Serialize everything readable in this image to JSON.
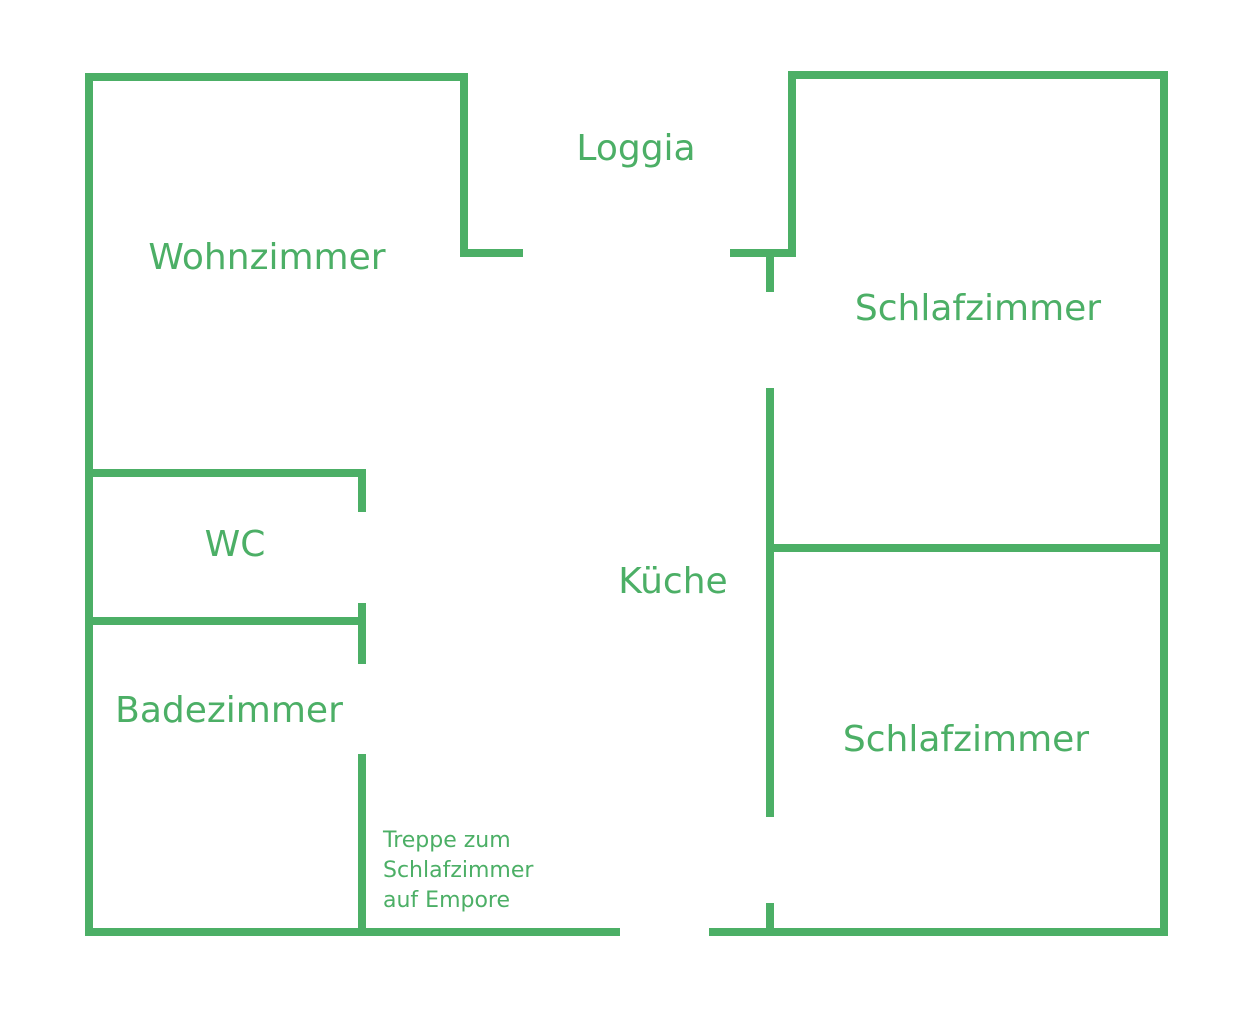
{
  "colors": {
    "wall": "#4caf66",
    "text": "#4caf66",
    "background": "#ffffff"
  },
  "rooms": {
    "loggia": "Loggia",
    "wohnzimmer": "Wohnzimmer",
    "schlafzimmer_top": "Schlafzimmer",
    "wc": "WC",
    "kueche": "Küche",
    "badezimmer": "Badezimmer",
    "schlafzimmer_bottom": "Schlafzimmer"
  },
  "notes": {
    "stairs": [
      "Treppe zum",
      "Schlafzimmer",
      "auf Empore"
    ]
  }
}
